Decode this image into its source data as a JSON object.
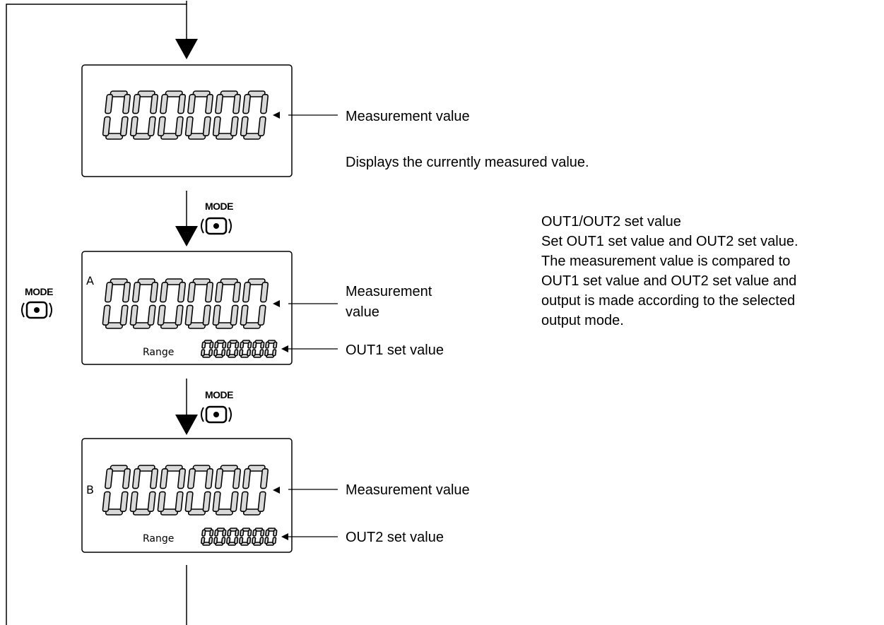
{
  "screen1": {
    "main_digits": "000000",
    "callout_label": "Measurement value",
    "description": "Displays the currently measured value."
  },
  "mode_button": {
    "label": "MODE"
  },
  "screen2": {
    "indicator": "A",
    "main_digits": "000000",
    "sub_label": "Range",
    "sub_digits": "000000",
    "callout_main_line1": "Measurement",
    "callout_main_line2": "value",
    "callout_sub": "OUT1 set value"
  },
  "screen3": {
    "indicator": "B",
    "main_digits": "000000",
    "sub_label": "Range",
    "sub_digits": "000000",
    "callout_main": "Measurement value",
    "callout_sub": "OUT2 set value"
  },
  "out_description": {
    "lines": [
      "OUT1/OUT2 set value",
      "Set OUT1 set value and OUT2 set value.",
      "The measurement value is compared to",
      "OUT1 set value and OUT2 set value and",
      "output is made according to the selected",
      "output mode."
    ]
  }
}
